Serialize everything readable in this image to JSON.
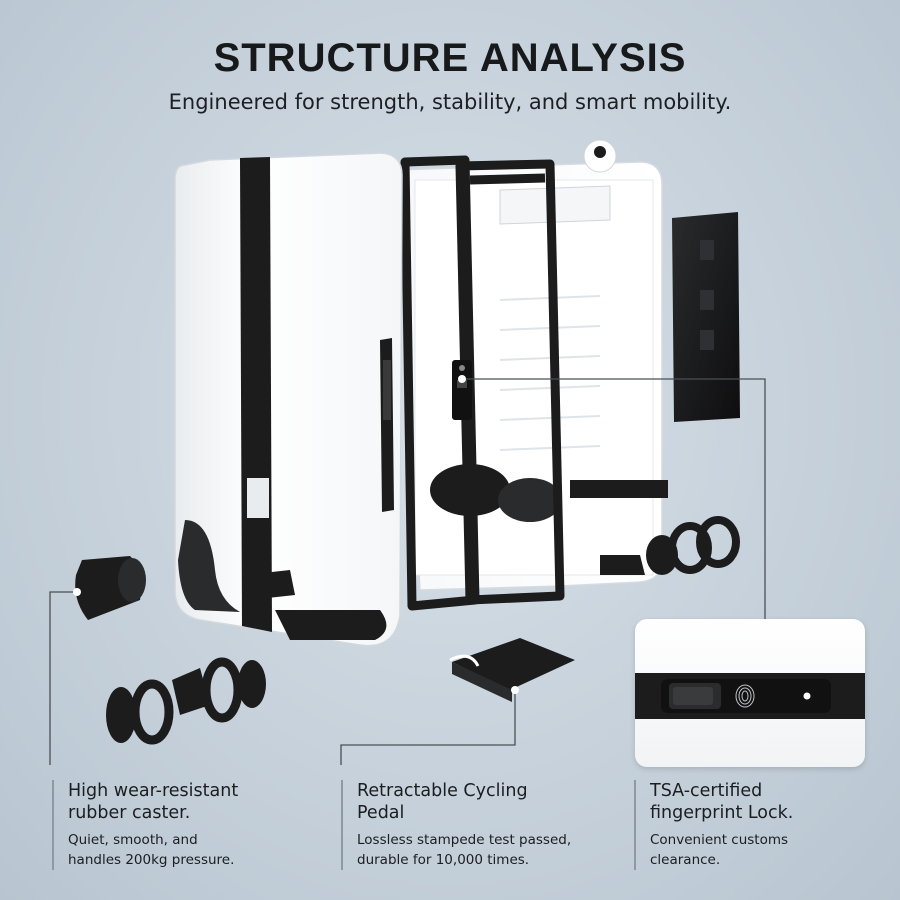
{
  "header": {
    "title": "STRUCTURE ANALYSIS",
    "subtitle": "Engineered for strength, stability, and smart mobility."
  },
  "features": [
    {
      "heading_line1": "High wear-resistant",
      "heading_line2": "rubber caster.",
      "desc_line1": "Quiet, smooth, and",
      "desc_line2": "handles 200kg pressure."
    },
    {
      "heading_line1": "Retractable Cycling",
      "heading_line2": "Pedal",
      "desc_line1": "Lossless stampede test passed,",
      "desc_line2": "durable for 10,000 times."
    },
    {
      "heading_line1": "TSA-certified",
      "heading_line2": "fingerprint Lock.",
      "desc_line1": "Convenient customs",
      "desc_line2": "clearance."
    }
  ],
  "colors": {
    "background": "#c6d1db",
    "shell_white": "#ffffff",
    "frame_black": "#1c1c1c",
    "leader_line": "#4a4f55"
  },
  "icons": [
    "fingerprint-icon"
  ]
}
